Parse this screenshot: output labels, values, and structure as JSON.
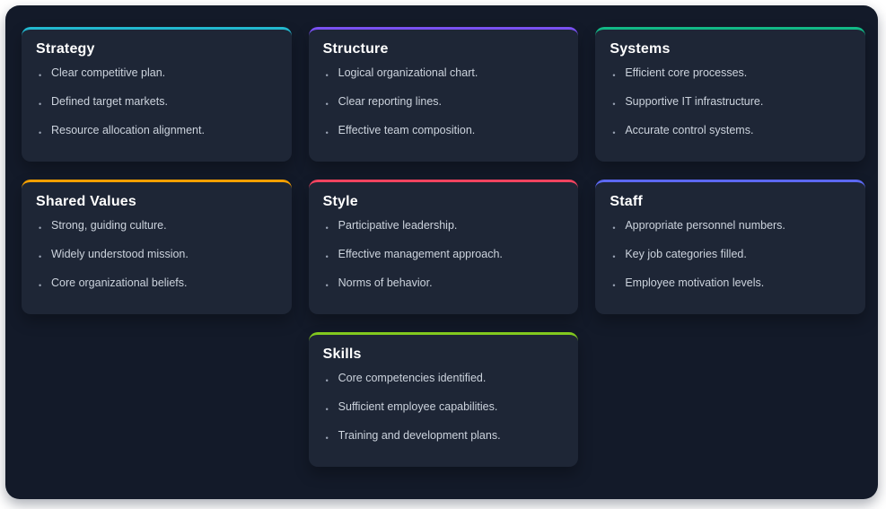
{
  "colors": {
    "page_background": "#ffffff",
    "canvas_background": "#131a29",
    "card_background": "#1e2636",
    "title_text": "#ffffff",
    "item_text": "#ccd3dd",
    "bullet": "#9aa3b4"
  },
  "bullet_glyph": "•",
  "cards": [
    {
      "title": "Strategy",
      "accent": "#22b8cf",
      "items": [
        "Clear competitive plan.",
        "Defined target markets.",
        "Resource allocation alignment."
      ]
    },
    {
      "title": "Structure",
      "accent": "#7950f2",
      "items": [
        "Logical organizational chart.",
        "Clear reporting lines.",
        "Effective team composition."
      ]
    },
    {
      "title": "Systems",
      "accent": "#12b886",
      "items": [
        "Efficient core processes.",
        "Supportive IT infrastructure.",
        "Accurate control systems."
      ]
    },
    {
      "title": "Shared Values",
      "accent": "#f59f00",
      "items": [
        "Strong, guiding culture.",
        "Widely understood mission.",
        "Core organizational beliefs."
      ]
    },
    {
      "title": "Style",
      "accent": "#f0435f",
      "items": [
        "Participative leadership.",
        "Effective management approach.",
        "Norms of behavior."
      ]
    },
    {
      "title": "Staff",
      "accent": "#5c68f2",
      "items": [
        "Appropriate personnel numbers.",
        "Key job categories filled.",
        "Employee motivation levels."
      ]
    },
    {
      "title": "Skills",
      "accent": "#82c91e",
      "items": [
        "Core competencies identified.",
        "Sufficient employee capabilities.",
        "Training and development plans."
      ]
    }
  ]
}
